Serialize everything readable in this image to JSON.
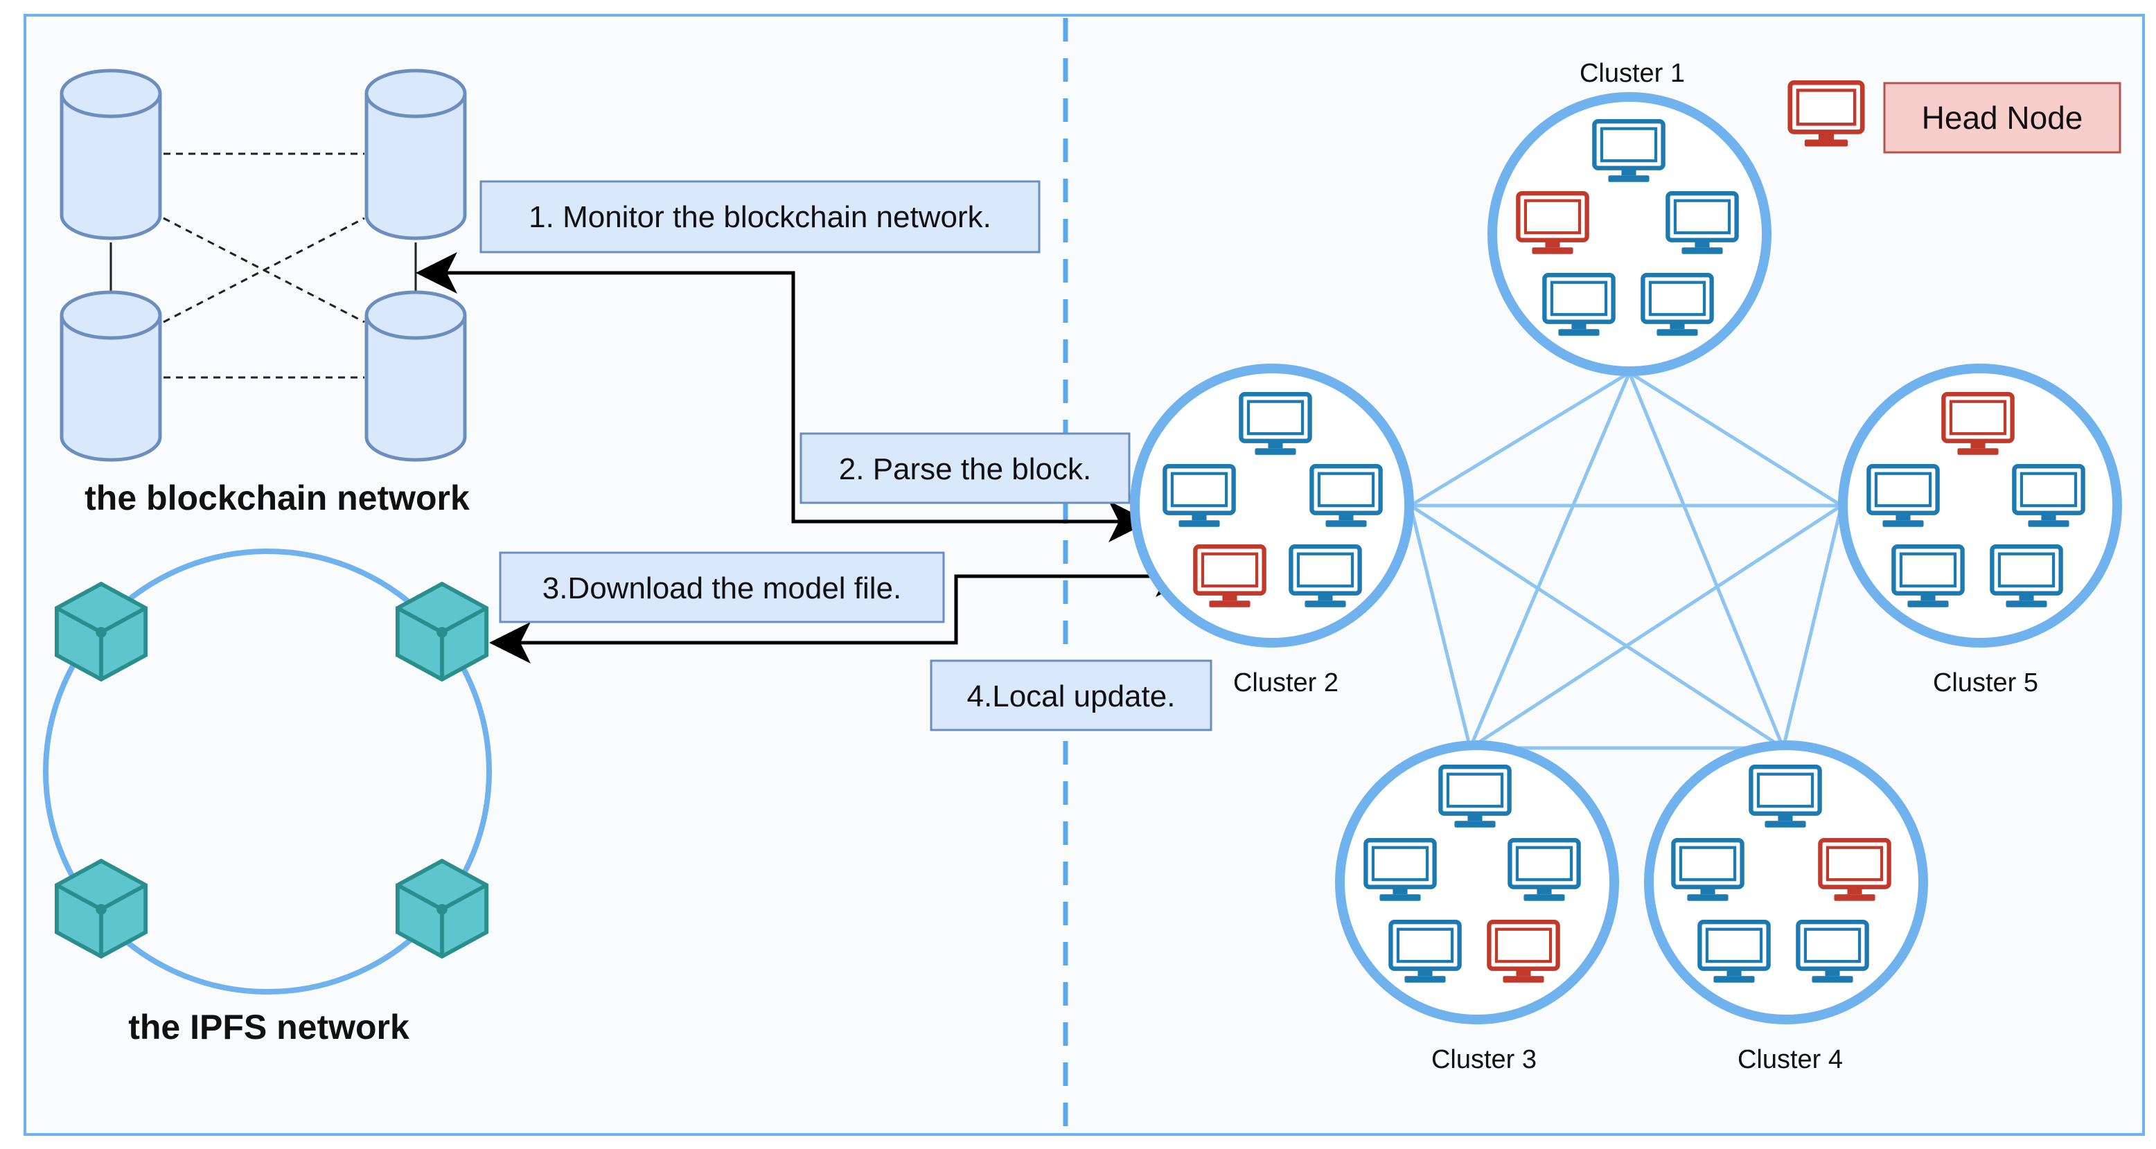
{
  "labels": {
    "blockchain_network": "the blockchain network",
    "ipfs_network": "the IPFS network",
    "head_node_legend": "Head Node"
  },
  "steps": [
    {
      "text": "1. Monitor the blockchain network."
    },
    {
      "text": "2. Parse the block."
    },
    {
      "text": "3.Download the model file."
    },
    {
      "text": "4.Local update."
    }
  ],
  "clusters": [
    {
      "name": "Cluster 1"
    },
    {
      "name": "Cluster 2"
    },
    {
      "name": "Cluster 3"
    },
    {
      "name": "Cluster 4"
    },
    {
      "name": "Cluster 5"
    }
  ],
  "colors": {
    "frame": "#6cb3f0",
    "cluster_ring": "#6fb2ee",
    "mesh_line": "#8cc4f2",
    "db_fill": "#dae8fc",
    "db_stroke": "#6c8ebf",
    "step_fill": "#dae8fc",
    "step_stroke": "#6c8ebf",
    "cube_fill": "#5fc5cc",
    "cube_stroke": "#2b8e8e",
    "monitor_normal": "#1c7ab0",
    "monitor_head": "#c0392b",
    "legend_fill": "#f8cecc",
    "legend_stroke": "#b85450"
  },
  "icons": {
    "database": "database-cylinder-icon",
    "ipfs_node": "cube-icon",
    "computer": "monitor-icon",
    "head_computer": "head-node-monitor-icon"
  }
}
